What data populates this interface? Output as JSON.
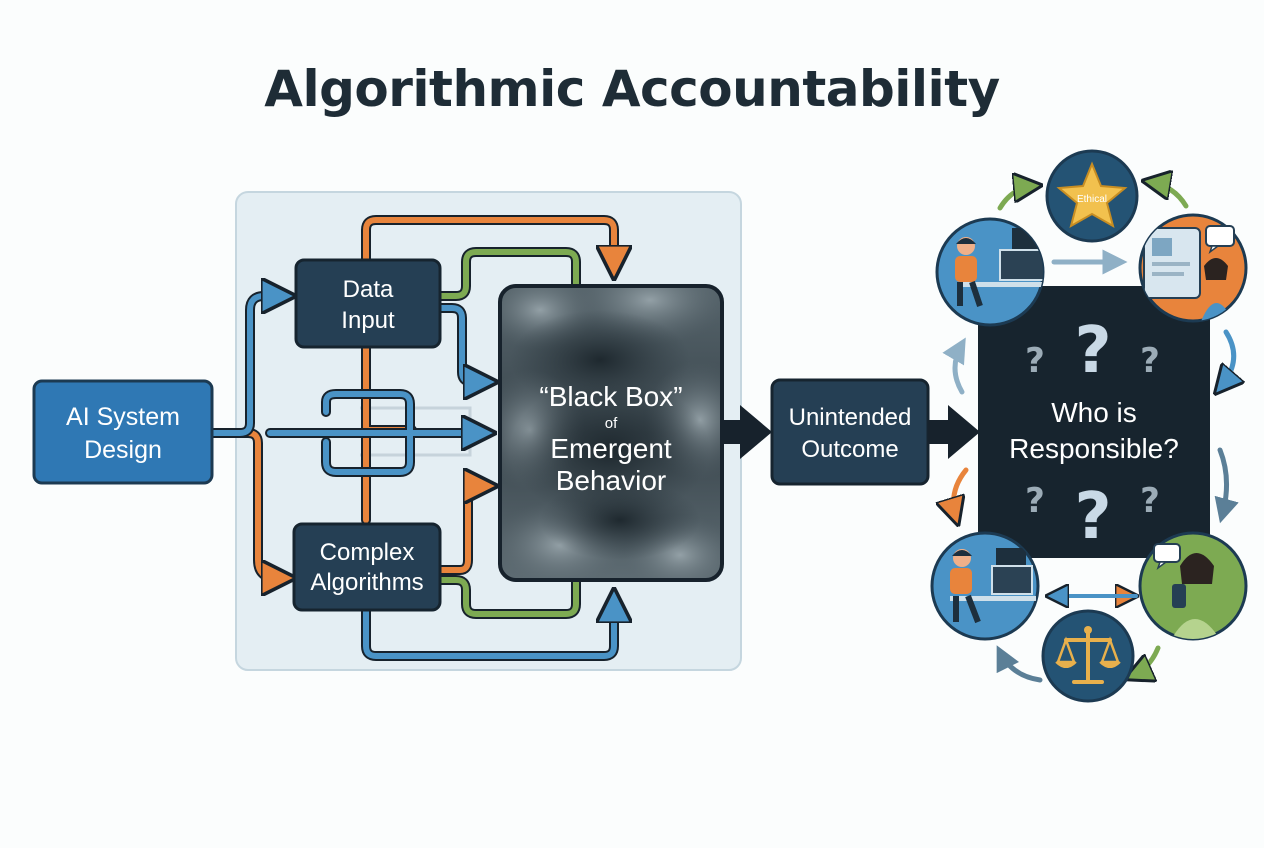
{
  "title": "Algorithmic Accountability",
  "nodes": {
    "ai_system_design": [
      "AI System",
      "Design"
    ],
    "data_input": [
      "Data",
      "Input"
    ],
    "complex_algorithms": [
      "Complex",
      "Algorithms"
    ],
    "black_box": {
      "line1": "“Black Box”",
      "line2": "of",
      "line3": "Emergent",
      "line4": "Behavior"
    },
    "unintended_outcome": [
      "Unintended",
      "Outcome"
    ],
    "responsible": [
      "Who is",
      "Responsible?"
    ]
  },
  "badges": {
    "ethical": "Ethical"
  },
  "colors": {
    "navy": "#253f54",
    "blue_box": "#2f78b4",
    "orange": "#e8843c",
    "green": "#7daa52",
    "light_blue": "#4a93c6",
    "dark": "#1a2935",
    "panel": "#e4eef3"
  },
  "icons": [
    "developer-at-desk-icon",
    "ethical-star-icon",
    "reviewer-with-tablet-icon",
    "developer-at-desk-icon",
    "user-with-phone-icon",
    "scales-of-justice-icon"
  ]
}
